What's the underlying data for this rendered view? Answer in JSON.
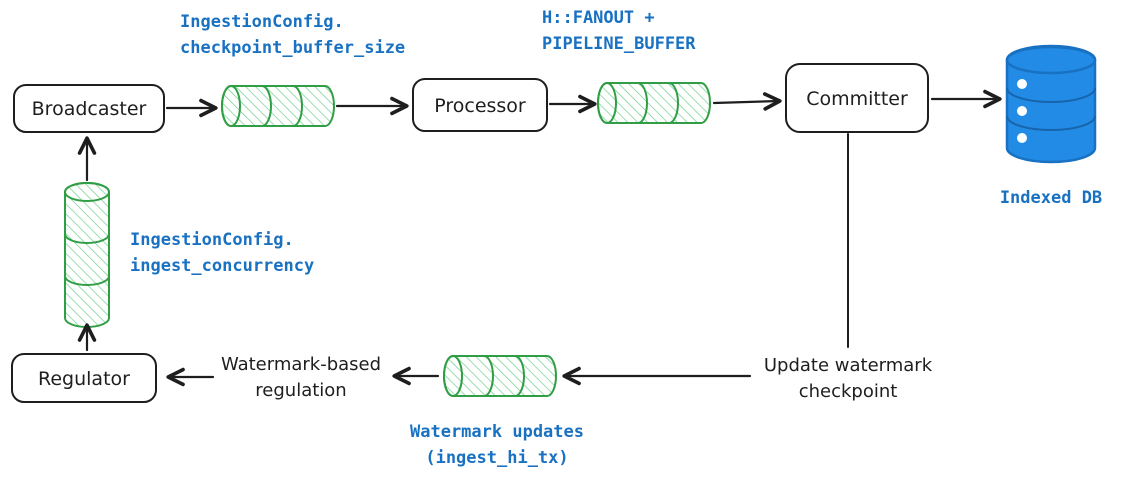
{
  "diagram": {
    "nodes": {
      "broadcaster": "Broadcaster",
      "processor": "Processor",
      "committer": "Committer",
      "regulator": "Regulator"
    },
    "queue_labels": {
      "checkpoint_buffer": {
        "line1": "IngestionConfig.",
        "line2": "checkpoint_buffer_size"
      },
      "fanout_buffer": {
        "line1": "H::FANOUT +",
        "line2": "PIPELINE_BUFFER"
      },
      "ingest_concurrency": {
        "line1": "IngestionConfig.",
        "line2": "ingest_concurrency"
      },
      "watermark_updates": {
        "line1": "Watermark updates",
        "line2": "(ingest_hi_tx)"
      }
    },
    "database_label": "Indexed DB",
    "annotations": {
      "update_watermark": {
        "line1": "Update watermark",
        "line2": "checkpoint"
      },
      "regulation": {
        "line1": "Watermark-based",
        "line2": "regulation"
      }
    },
    "colors": {
      "ink": "#1e1e1e",
      "queue_green": "#2f9e44",
      "label_blue": "#1971c2",
      "db_blue": "#228be6"
    }
  }
}
